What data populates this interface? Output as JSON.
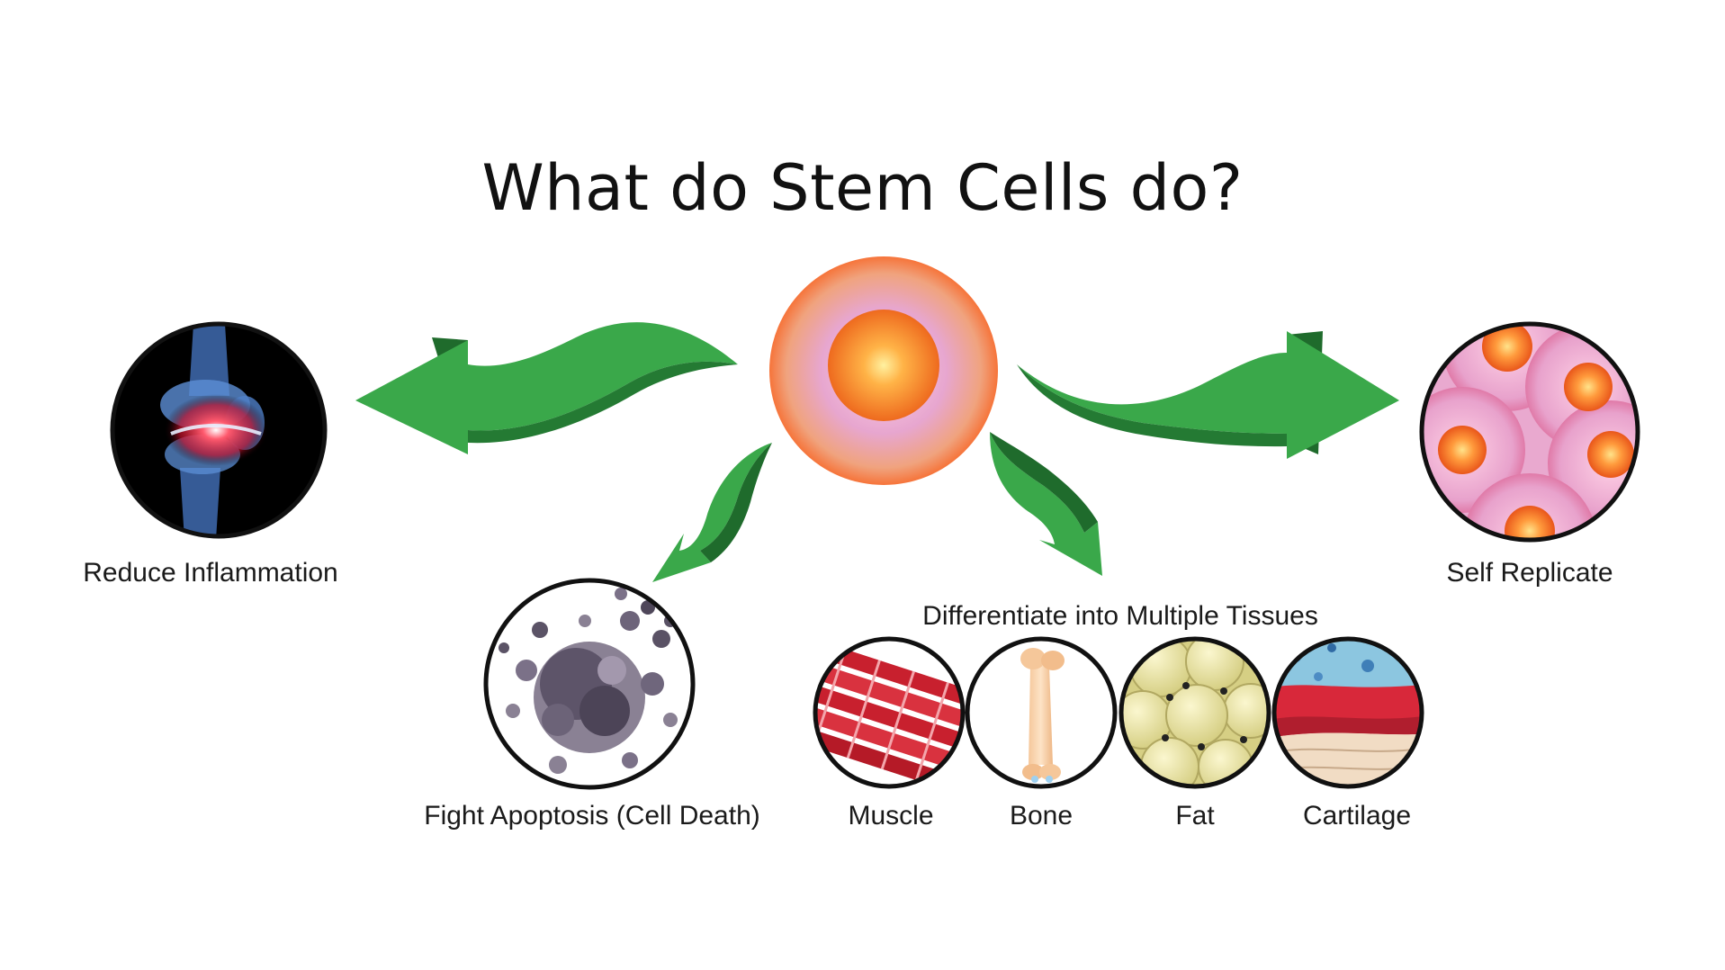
{
  "title": "What do Stem Cells do?",
  "labels": {
    "reduce_inflammation": "Reduce Inflammation",
    "self_replicate": "Self Replicate",
    "fight_apoptosis": "Fight Apoptosis (Cell Death)",
    "differentiate": "Differentiate into Multiple Tissues",
    "muscle": "Muscle",
    "bone": "Bone",
    "fat": "Fat",
    "cartilage": "Cartilage"
  },
  "colors": {
    "arrow_green": "#3aa84a",
    "arrow_dark": "#1f6b2c",
    "cell_pink": "#e8a2cc",
    "cell_orange": "#f3742e",
    "circle_border": "#111111"
  },
  "icons": {
    "knee": "knee-joint-icon",
    "cells": "replicating-cells-icon",
    "apoptosis": "apoptotic-cell-icon",
    "muscle": "muscle-fiber-icon",
    "bone": "bone-icon",
    "fat": "fat-cells-icon",
    "cartilage": "cartilage-tissue-icon"
  }
}
